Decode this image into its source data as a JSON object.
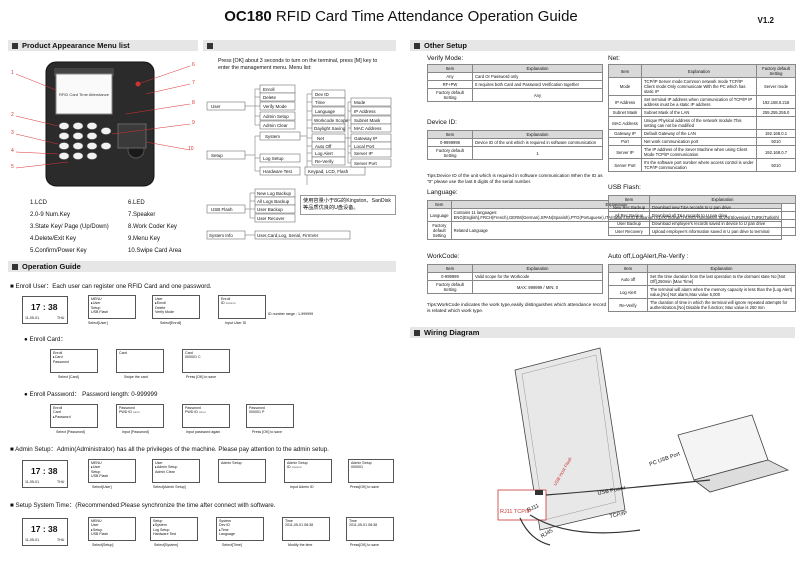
{
  "title": {
    "model": "OC180",
    "rest": " RFID Card Time Attendance Operation Guide",
    "version": "V1.2"
  },
  "sections": {
    "product": "Product Appearance Menu list",
    "blank": "",
    "other": "Other Setup",
    "operation": "Operation Guide",
    "wiring": "Wiring Diagram"
  },
  "device_parts": {
    "screen_text": "RFID Card Time Attendance",
    "callouts": [
      "1",
      "2",
      "3",
      "4",
      "5",
      "6",
      "7",
      "8",
      "9",
      "10"
    ],
    "legend_left": [
      "1.LCD",
      "2.0-9 Num.Key",
      "3.State Key/ Page (Up/Down)",
      "4.Delete/Exit Key",
      "5.Confirm/Power Key"
    ],
    "legend_right": [
      "6.LED",
      "7.Speaker",
      "8.Work Coder Key",
      "9.Menu Key",
      "10.Swipe Card Area"
    ]
  },
  "menu_tree": {
    "intro": "Press [OK] about 3 seconds to turn on the terminal, press [M] key to enter the management menu. Menu list:",
    "user": "User",
    "user_items": [
      "Enroll",
      "Delete",
      "Verify Mode",
      "Admin Setup",
      "Admin Clear"
    ],
    "user_sub": [
      "Dev ID",
      "Time",
      "Language",
      "Workcode Scope",
      "Daylight Saving",
      "Net",
      "Auto Off",
      "Log Alert",
      "Re-Verify",
      "Keypad, LCD, Flash"
    ],
    "setup": "Setup",
    "setup_items": [
      "System",
      "Log Setup",
      "Hardware Test"
    ],
    "net_sub": [
      "Mode",
      "IP Address",
      "Subnet Mask",
      "MAC Address",
      "Gateway IP",
      "Local Port",
      "Server IP",
      "Server Port"
    ],
    "usb": "USB Flash",
    "usb_items": [
      "New Log Backup",
      "All Logs Backup",
      "User Backup",
      "User Recover"
    ],
    "note": "使用容量小于8G的Kingston、SanDisk 等品质优良的U盘设备。",
    "sysinfo": "System Info",
    "sysinfo_items": "User,Card,Log, Serial, FirmVer"
  },
  "other": {
    "verify_title": "Verify Mode:",
    "verify_headers": [
      "Item",
      "Explanation"
    ],
    "verify_rows": [
      [
        "Any",
        "Card Or Password only"
      ],
      [
        "RF+PW",
        "It requires both Card and Password Verification together"
      ],
      [
        "Factory default Setting",
        "Any"
      ]
    ],
    "device_title": "Device ID:",
    "device_rows": [
      [
        "0-9999999",
        "Device ID of the unit which is required in software communication"
      ],
      [
        "Factory default Setting",
        "1"
      ]
    ],
    "device_tip": "Tips:Device ID of the unit which is required in software communication  When the ID as \"0\" please use the  last 8 digits of the serial number.",
    "lang_title": "Language:",
    "lang_rows": [
      [
        "Language",
        "Contains 11 languages: ENG(English),FRCH(French),GERM(German),SPAN(Spanish),PTG(Portuguese),ITA(Italian),BUL(Bulgarian),SLVK(Slovak),HUNG(Hungarian),SLVN(Slovenian),TURK(Turkish)"
      ],
      [
        "Factory default Setting",
        "Related Language"
      ]
    ],
    "work_title": "WorkCode:",
    "work_rows": [
      [
        "0-999999",
        "Valid scope for the Workcode"
      ],
      [
        "Factory default Setting",
        "MAX: 999999  /  MIN: 0"
      ]
    ],
    "work_tip": "Tips:WorkCode indicates the work type,easily distinguishes which attendance record is related which work type.",
    "net_title": "Net:",
    "net_headers": [
      "Item",
      "Explanation",
      "Factory default Setting"
    ],
    "net_rows": [
      [
        "Mode",
        "TCP/IP Server mode:Common network mode TCP/IP Client mode:Only communicate With the PC which has static IP",
        "Server mode"
      ],
      [
        "IP Address",
        "Set terminal IP address when communication of TCP/IP IP address must be a static IP address",
        "192.168.0.218"
      ],
      [
        "Subnet Mask",
        "Subnet Mask of the LAN",
        "255.255.255.0"
      ],
      [
        "MAC Address",
        "Unique Physical address of the network module.This setting can not be modified",
        ""
      ],
      [
        "Gateway IP",
        "Default Gateway of the LAN",
        "192.168.0.1"
      ],
      [
        "Port",
        "Net work communication port",
        "5010"
      ],
      [
        "Server IP",
        "The IP address of the Sever Machine when using Client Mode TCP/IP communication",
        "192.168.0.7"
      ],
      [
        "Server Port",
        "It's the software port number where access control is under TCP/IP communication",
        "5010"
      ]
    ],
    "usb_title": "USB Flash:",
    "usb_rows": [
      [
        "New Rec.Backup",
        "Download new T&A records to U pan drive"
      ],
      [
        "All Rec.Backup",
        "Download all T&A records to U pan drive"
      ],
      [
        "User Backup",
        "Download employee's records saved in device to U pan drive"
      ],
      [
        "User Recovery",
        "Upload employee's information saved in U pan drive to terminal"
      ]
    ],
    "auto_title": "Auto off,LogAlert,Re-Verify :",
    "auto_rows": [
      [
        "Auto off",
        "Set the time duration from the last operation to the dormant state No [Not Off],250min [Max Time]"
      ],
      [
        "Log Alert",
        "The terminal will alarm when the memory capacity is less than the [Log Alert] value,[No] Not alarm,Max value 5,000"
      ],
      [
        "Re-Verify",
        "The duration of time in which the terminal will ignore repeated attempts for authentization.[No] Disable the function; Max value is 250 min"
      ]
    ]
  },
  "operation": {
    "enroll_user": "Enroll User：Each user can register one  RFID Card and one password.",
    "enroll_card": "Enroll Card：",
    "enroll_pwd": "Enroll Password：    Password length: 0-999999",
    "admin_setup": "Admin Setup：Admin(Administrator) has all the privileges of the machine. Please pay attention to the admin setup.",
    "setup_time": "Setup System Time：(Recommended:Please synchronize the time after connect with software.",
    "clock": "17 : 38",
    "date": "11-05-01",
    "day": "THU",
    "caps_user": [
      "Select[User]",
      "Select[Enroll]",
      "Input User ID",
      "ID number range : 1-999999"
    ],
    "caps_card": [
      "Select [Card]",
      "Swipe the card",
      "Press [OK] to save"
    ],
    "caps_pwd": [
      "Select [Password]",
      "Input [Password]",
      "Input password again"
    ],
    "caps_admin": [
      "Select[User]",
      "Select[Admin Setup]",
      "Input Admin ID",
      "Press[OK] to save"
    ],
    "caps_time": [
      "Select[Setup]",
      "Select[System]",
      "Select[Time]",
      "Modify the time",
      "Press[OK] to save"
    ],
    "screens": {
      "menu": [
        "MENU",
        "User",
        "Setup",
        "USB Flash"
      ],
      "user": [
        "User",
        "Enroll",
        "Delete",
        "Verify Mode"
      ],
      "enroll": [
        "Enroll",
        "Card",
        "Password"
      ],
      "admin": [
        "User",
        "Admin Setup",
        "Admin Clear"
      ],
      "setup": [
        "Setup",
        "System",
        "Log Setup",
        "Hardware Test"
      ],
      "system": [
        "System",
        "Dev ID",
        "Time",
        "Language"
      ],
      "time": [
        "Time",
        "2011-05-01",
        "08:38"
      ]
    }
  },
  "wiring": {
    "usb_port": "PC USB Port",
    "usb_cable": "USB Power",
    "tcp": "TCP/IP",
    "rj11": "RJ11",
    "rj45": "RJ45",
    "ports": "RJ11  TCP/IP",
    "usb_host": "USB Host Flash"
  }
}
